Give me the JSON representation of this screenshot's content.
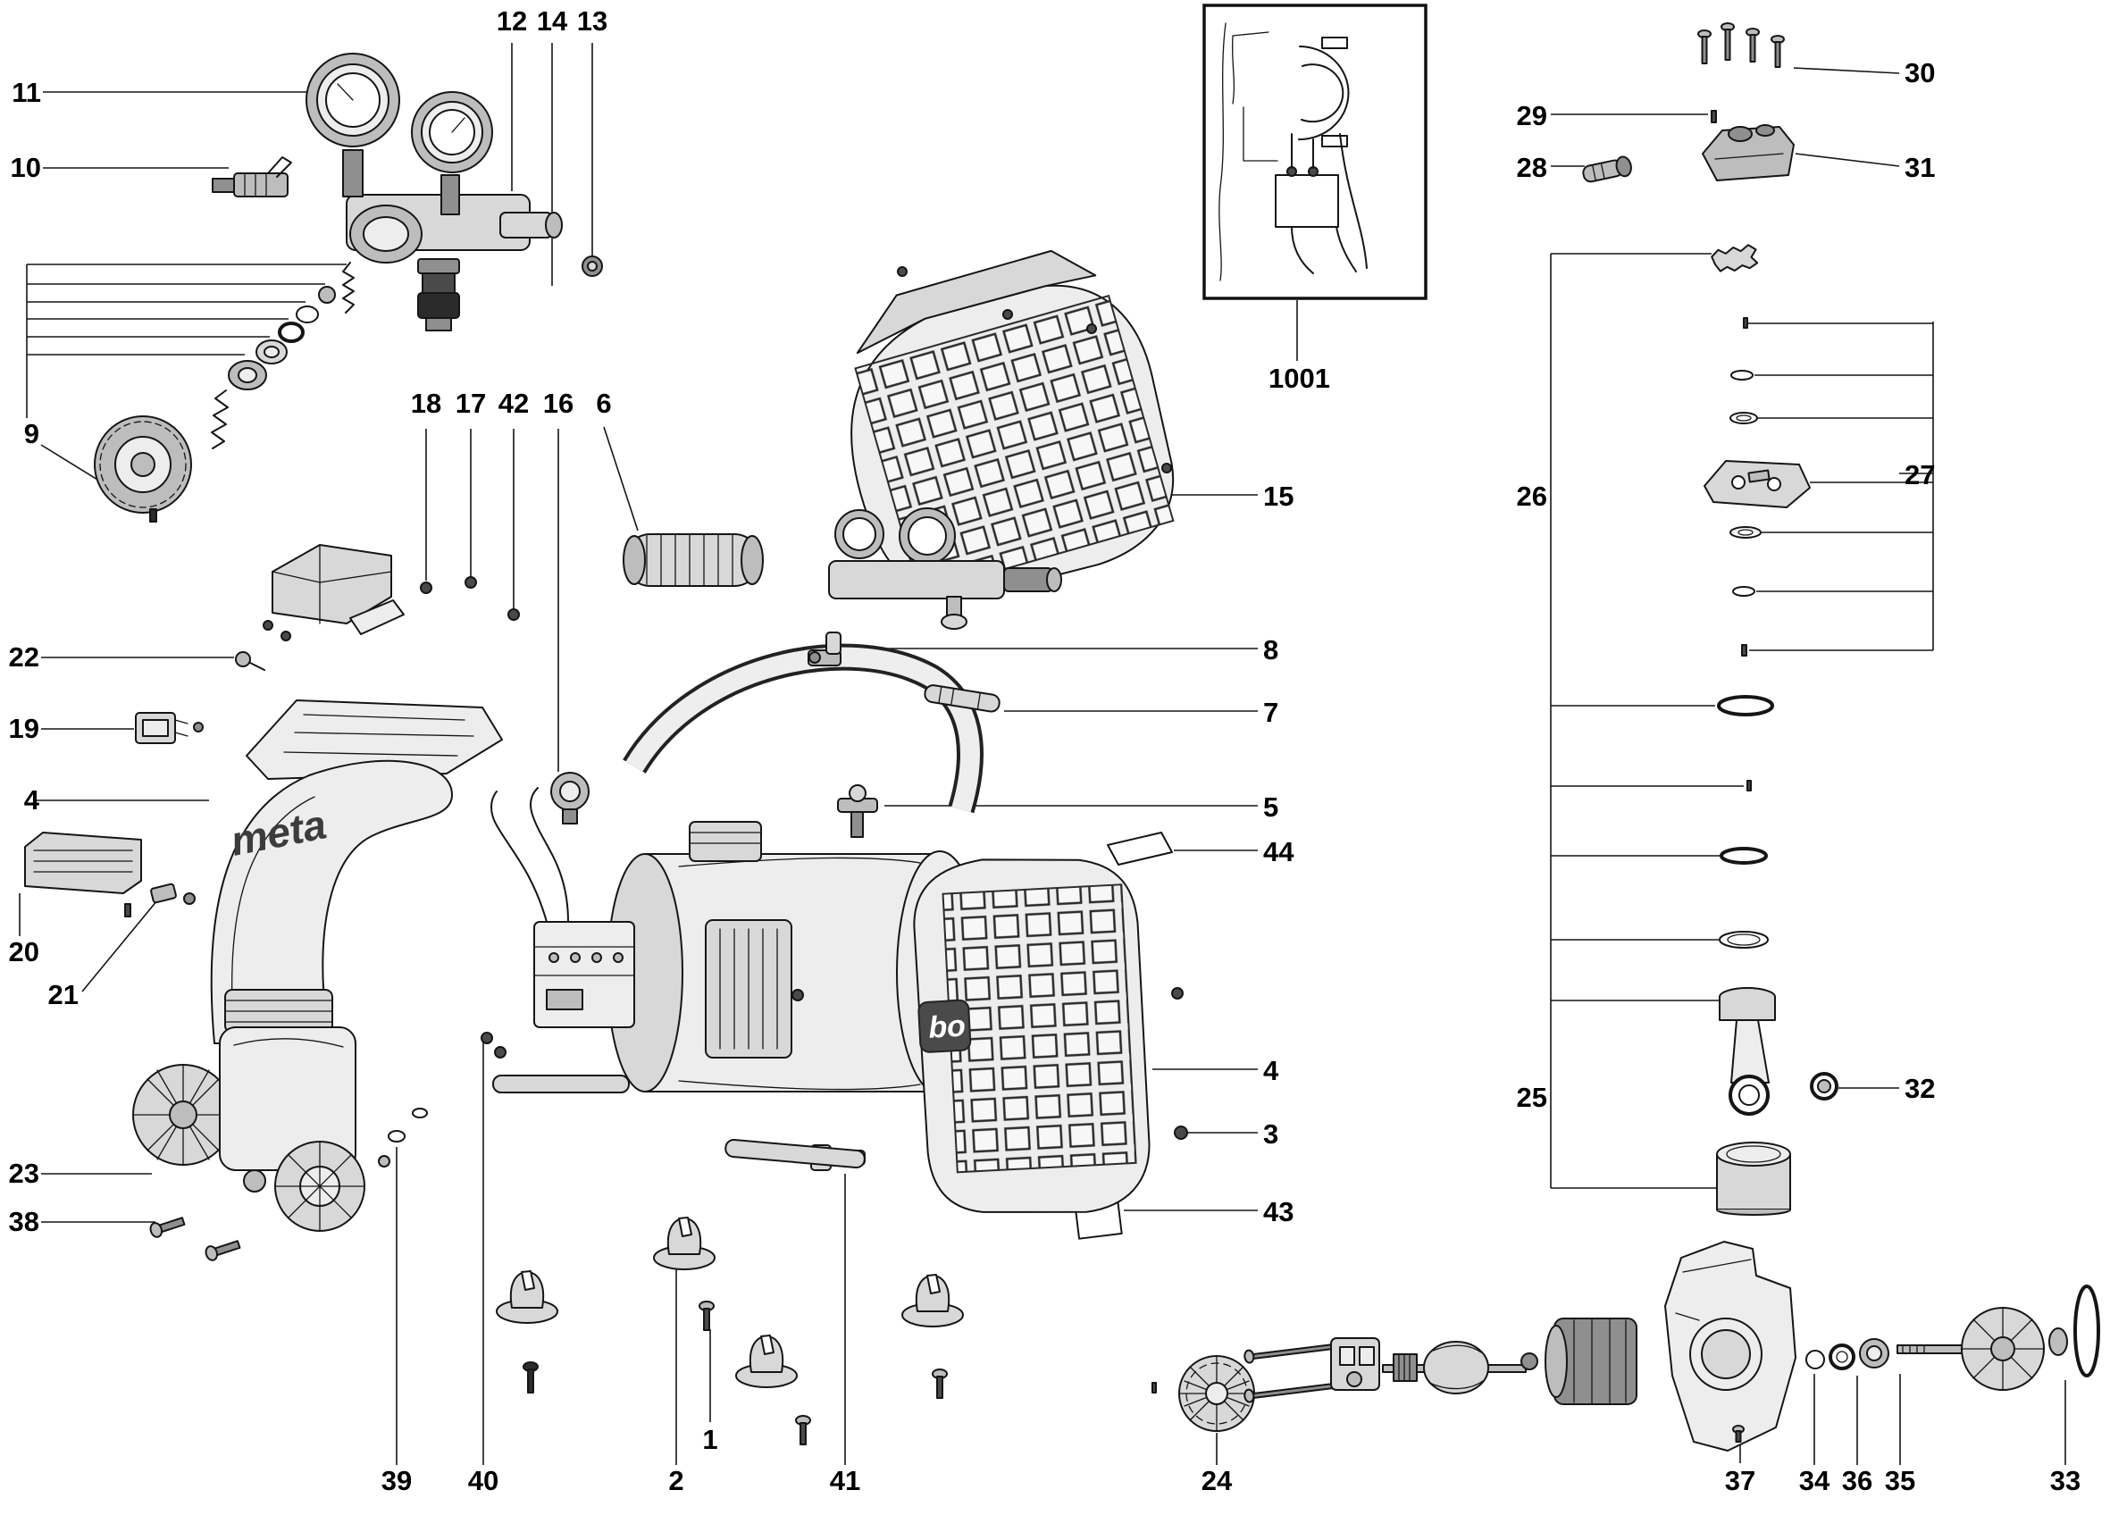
{
  "colors": {
    "ink": "#151515",
    "paper": "#ffffff",
    "part-light": "#ededed",
    "part-mid": "#d8d8d8",
    "part-dark": "#8f8f8f"
  },
  "brand": {
    "meta": "meta",
    "bo": "bo"
  },
  "callouts": {
    "n11": "11",
    "n10": "10",
    "n9": "9",
    "n12": "12",
    "n14": "14",
    "n13": "13",
    "n18": "18",
    "n17": "17",
    "n42": "42",
    "n16": "16",
    "n6": "6",
    "n22": "22",
    "n19": "19",
    "n4l": "4",
    "n20": "20",
    "n21": "21",
    "n23": "23",
    "n38": "38",
    "n1001": "1001",
    "n15": "15",
    "n8": "8",
    "n7": "7",
    "n5": "5",
    "n44": "44",
    "n4r": "4",
    "n3": "3",
    "n43": "43",
    "n29": "29",
    "n28": "28",
    "n30": "30",
    "n31": "31",
    "n27": "27",
    "n26": "26",
    "n25": "25",
    "n32": "32",
    "n39": "39",
    "n40": "40",
    "n2": "2",
    "n1": "1",
    "n41": "41",
    "n24": "24",
    "n37": "37",
    "n34": "34",
    "n36": "36",
    "n35": "35",
    "n33": "33"
  }
}
